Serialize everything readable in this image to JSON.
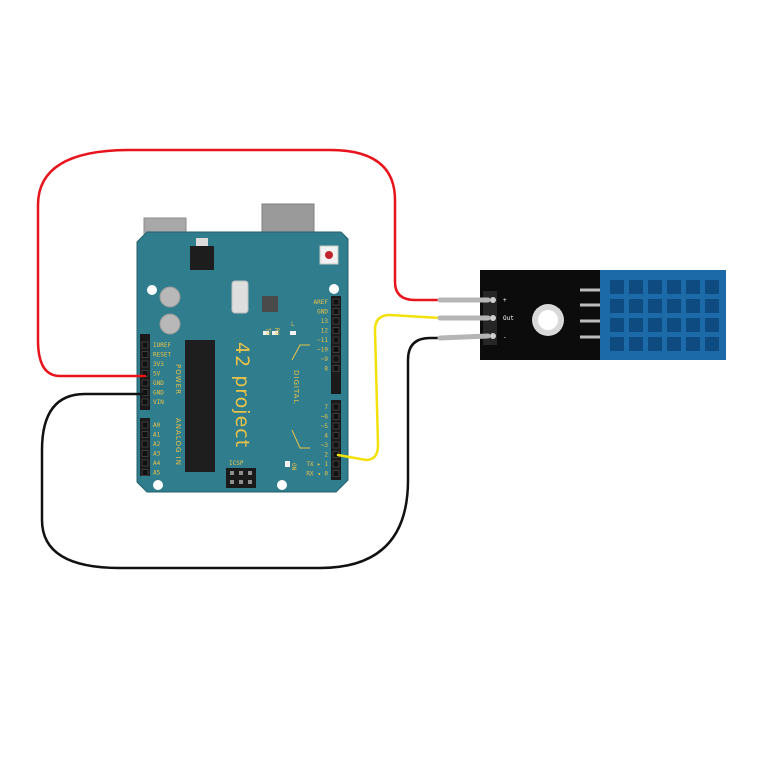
{
  "board": {
    "logo": "42 project",
    "power_label": "POWER",
    "analog_label": "ANALOG IN",
    "digital_label": "DIGITAL",
    "icsp_label": "ICSP",
    "on_label": "ON",
    "l_label": "L",
    "tx_label": "TX",
    "rx_label": "RX",
    "power_pins": [
      "IOREF",
      "RESET",
      "3V3",
      "5V",
      "GND",
      "GND",
      "VIN"
    ],
    "analog_pins": [
      "A0",
      "A1",
      "A2",
      "A3",
      "A4",
      "A5"
    ],
    "digital_top_pins": [
      "AREF",
      "GND",
      "13",
      "12",
      "~11",
      "~10",
      "~9",
      "8"
    ],
    "digital_bottom_pins": [
      "7",
      "~6",
      "~5",
      "4",
      "~3",
      "2",
      "TX ▸ 1",
      "RX ◂ 0"
    ],
    "colors": {
      "board": "#2f7d8d",
      "header": "#1a1a1a",
      "text": "#e9c24a"
    }
  },
  "sensor": {
    "pin_labels": [
      "+",
      "Out",
      "-"
    ],
    "colors": {
      "pcb": "#0c0c0c",
      "housing": "#1d6aa8",
      "grille": "#0e4b80"
    }
  },
  "wires": [
    {
      "name": "5V to +",
      "color": "#e8141c"
    },
    {
      "name": "Pin 2 to Out",
      "color": "#f4e10c"
    },
    {
      "name": "GND to -",
      "color": "#111111"
    }
  ]
}
